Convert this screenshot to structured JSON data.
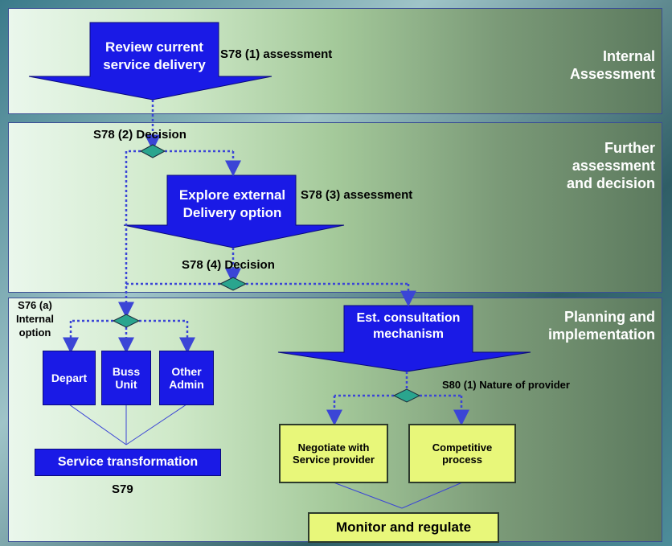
{
  "bands": {
    "internal": "Internal\nAssessment",
    "further": "Further\nassessment\nand decision",
    "planning": "Planning and\nimplementation"
  },
  "nodes": {
    "review": "Review current\nservice delivery",
    "review_note": "S78 (1) assessment",
    "decision2": "S78 (2) Decision",
    "explore": "Explore external\nDelivery option",
    "explore_note": "S78 (3) assessment",
    "decision4": "S78 (4) Decision",
    "s76": "S76 (a)\nInternal\noption",
    "consult": "Est. consultation\nmechanism",
    "s80": "S80 (1) Nature of provider",
    "depart": "Depart",
    "buss": "Buss\nUnit",
    "other": "Other\nAdmin",
    "service_transformation": "Service transformation",
    "s79": "S79",
    "negotiate": "Negotiate with\nService provider",
    "competitive": "Competitive\nprocess",
    "monitor": "Monitor and regulate"
  },
  "colors": {
    "arrow_blue": "#1a1ae6",
    "diamond": "#2aa58e",
    "yellow_box": "#e8f77a",
    "dotted_line": "#3b45d6"
  }
}
